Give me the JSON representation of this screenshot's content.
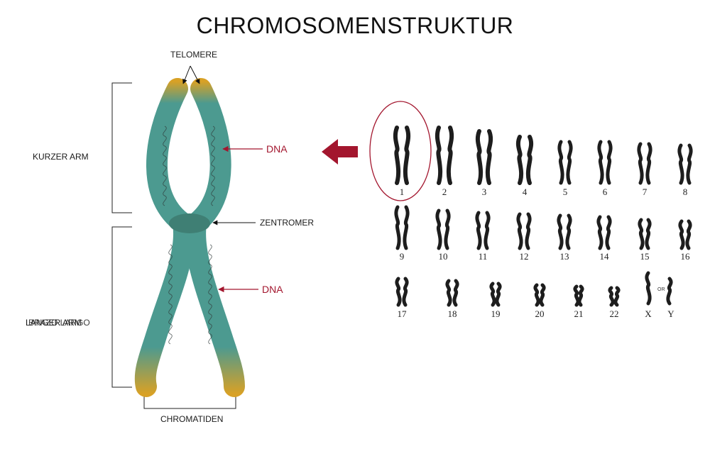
{
  "title": "CHROMOSOMENSTRUKTUR",
  "labels": {
    "telomere": "TELOMERE",
    "short_arm": "KURZER ARM",
    "long_arm": "LANGER ARM",
    "long_arm_overlay": "BRAZO LARGO",
    "centromere": "ZENTROMER",
    "dna_upper": "DNA",
    "dna_lower": "DNA",
    "chromatids": "CHROMATIDEN"
  },
  "karyotype": {
    "row1": [
      "1",
      "2",
      "3",
      "4",
      "5",
      "6",
      "7",
      "8"
    ],
    "row2": [
      "9",
      "10",
      "11",
      "12",
      "13",
      "14",
      "15",
      "16"
    ],
    "row3": [
      "17",
      "18",
      "19",
      "20",
      "21",
      "22",
      "X",
      "Y"
    ],
    "or_label": "OR",
    "highlighted": "1"
  },
  "colors": {
    "chromatid": "#4c9a90",
    "telomere": "#d8a126",
    "centromere": "#3f7f74",
    "dna_accent": "#a3162e",
    "karyotype": "#1d1d1d"
  }
}
